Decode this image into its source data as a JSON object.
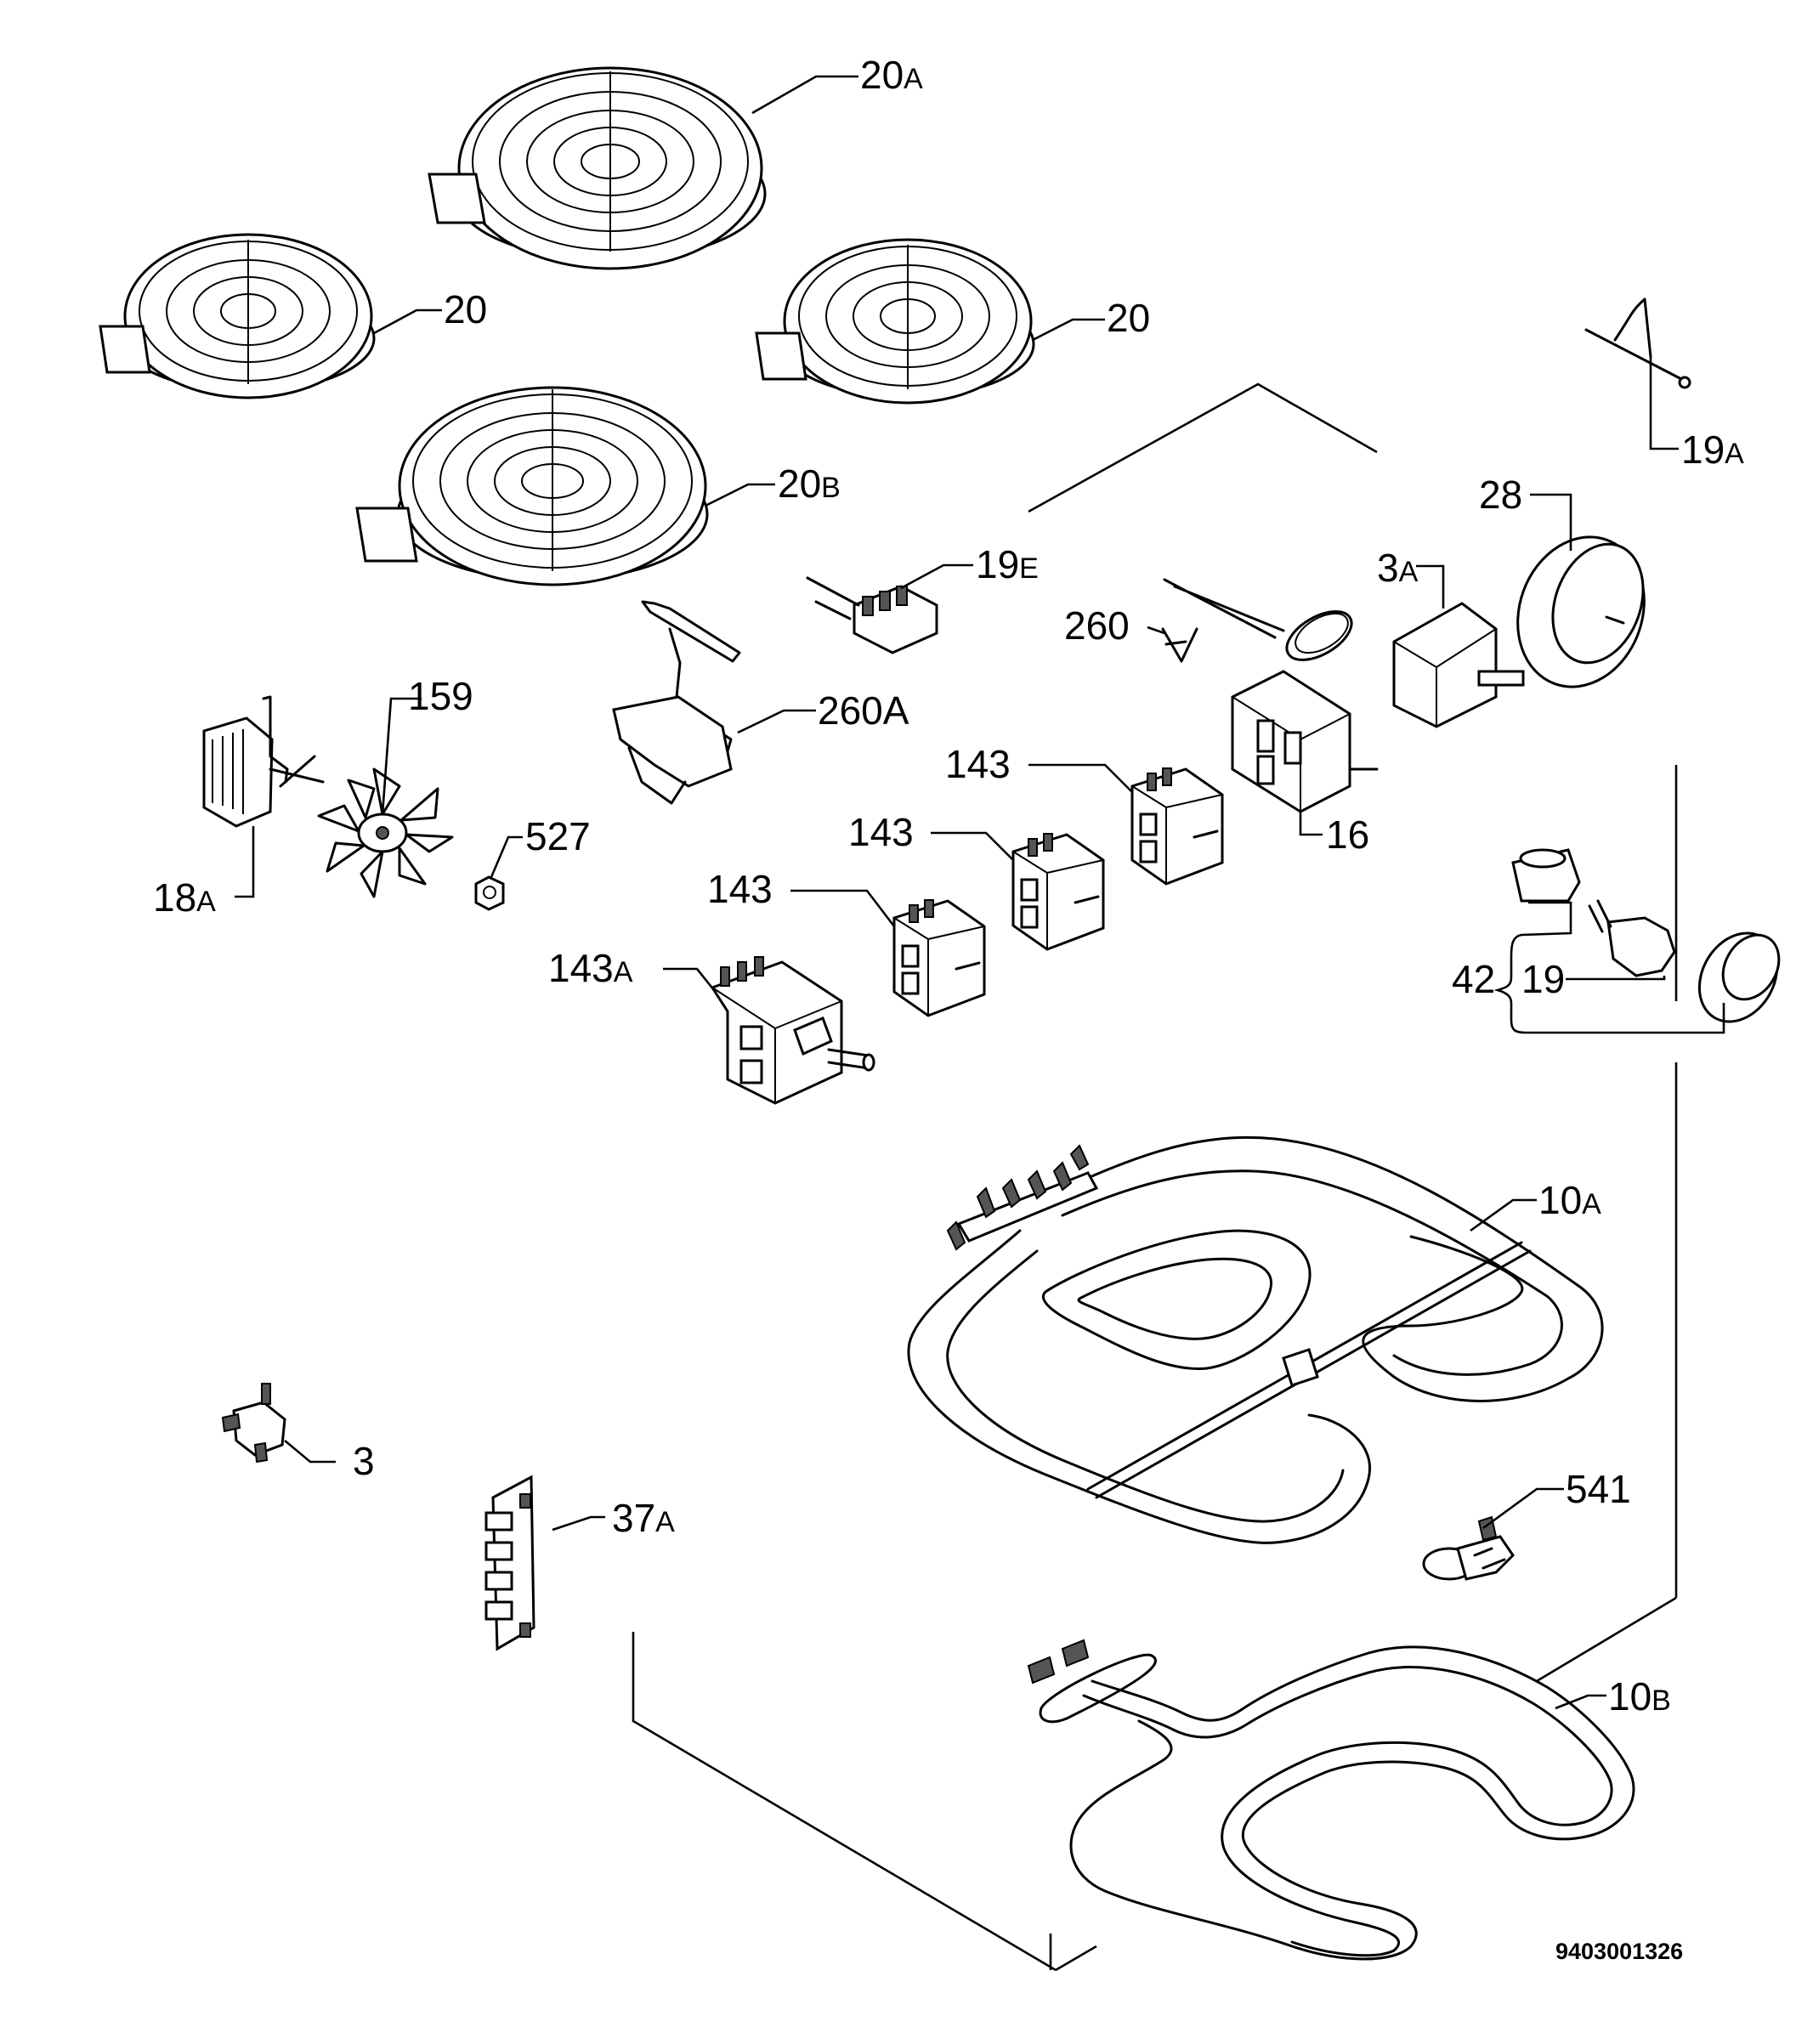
{
  "drawing_number": "9403001326",
  "callouts": [
    {
      "id": "20A",
      "num": "20",
      "suffix": "A"
    },
    {
      "id": "20_left",
      "num": "20",
      "suffix": ""
    },
    {
      "id": "20_right",
      "num": "20",
      "suffix": ""
    },
    {
      "id": "20B",
      "num": "20",
      "suffix": "B"
    },
    {
      "id": "19A",
      "num": "19",
      "suffix": "A"
    },
    {
      "id": "28",
      "num": "28",
      "suffix": ""
    },
    {
      "id": "3A",
      "num": "3",
      "suffix": "A"
    },
    {
      "id": "19E",
      "num": "19",
      "suffix": "E"
    },
    {
      "id": "260",
      "num": "260",
      "suffix": ""
    },
    {
      "id": "159",
      "num": "159",
      "suffix": ""
    },
    {
      "id": "260A",
      "num": "260",
      "suffix": "A"
    },
    {
      "id": "143_c",
      "num": "143",
      "suffix": ""
    },
    {
      "id": "16",
      "num": "16",
      "suffix": ""
    },
    {
      "id": "143_b",
      "num": "143",
      "suffix": ""
    },
    {
      "id": "527",
      "num": "527",
      "suffix": ""
    },
    {
      "id": "18A",
      "num": "18",
      "suffix": "A"
    },
    {
      "id": "143_a",
      "num": "143",
      "suffix": ""
    },
    {
      "id": "143A",
      "num": "143",
      "suffix": "A"
    },
    {
      "id": "42",
      "num": "42",
      "suffix": ""
    },
    {
      "id": "19",
      "num": "19",
      "suffix": ""
    },
    {
      "id": "10A",
      "num": "10",
      "suffix": "A"
    },
    {
      "id": "3",
      "num": "3",
      "suffix": ""
    },
    {
      "id": "541",
      "num": "541",
      "suffix": ""
    },
    {
      "id": "37A",
      "num": "37",
      "suffix": "A"
    },
    {
      "id": "10B",
      "num": "10",
      "suffix": "B"
    }
  ]
}
